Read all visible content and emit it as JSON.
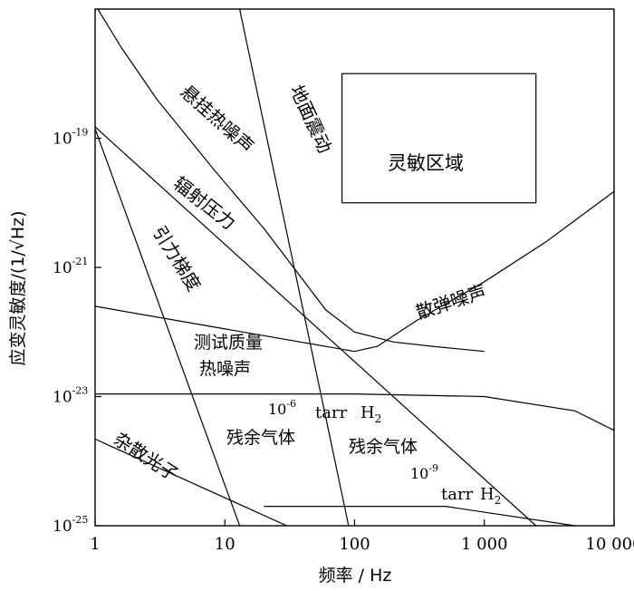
{
  "chart_data": {
    "type": "line",
    "xscale": "log",
    "yscale": "log",
    "xlim": [
      1,
      10000
    ],
    "ylim": [
      1e-25,
      1e-17
    ],
    "xlabel": "频率 / Hz",
    "ylabel": "应变灵敏度/(1/√Hz)",
    "x_ticks": [
      "1",
      "10",
      "100",
      "1 000",
      "10 000"
    ],
    "y_ticks": [
      {
        "base": "10",
        "exp": "-19"
      },
      {
        "base": "10",
        "exp": "-21"
      },
      {
        "base": "10",
        "exp": "-23"
      },
      {
        "base": "10",
        "exp": "-25"
      }
    ],
    "region": {
      "label": "灵敏区域",
      "x": [
        80,
        2500
      ],
      "y": [
        1e-20,
        1e-18
      ]
    },
    "series": [
      {
        "name": "悬挂热噪声",
        "x": [
          1.05,
          1.6,
          3,
          8,
          20,
          60,
          100,
          200,
          400,
          1000
        ],
        "y": [
          1e-17,
          2.5e-18,
          4e-19,
          3.5e-20,
          4e-21,
          2.2e-22,
          1e-22,
          7e-23,
          6e-23,
          5e-23
        ]
      },
      {
        "name": "地面震动",
        "x": [
          13,
          90
        ],
        "y": [
          1e-17,
          1e-25
        ]
      },
      {
        "name": "辐射压力",
        "x": [
          1,
          2500
        ],
        "y": [
          1.5e-19,
          1e-25
        ]
      },
      {
        "name": "引力梯度",
        "x": [
          1,
          13
        ],
        "y": [
          1.4e-19,
          1e-25
        ]
      },
      {
        "name": "散弹噪声",
        "x": [
          100,
          150,
          300,
          1000,
          3000,
          10000
        ],
        "y": [
          5e-23,
          6e-23,
          1.5e-22,
          6e-22,
          2.5e-21,
          1.5e-20
        ]
      },
      {
        "name": "测试质量热噪声",
        "x": [
          1,
          100
        ],
        "y": [
          2.5e-22,
          5e-23
        ]
      },
      {
        "name": "残余气体 10-6 tarr H2",
        "x": [
          1,
          100,
          1000,
          5000,
          10000
        ],
        "y": [
          1.1e-23,
          1.1e-23,
          1e-23,
          6e-24,
          3e-24
        ]
      },
      {
        "name": "残余气体 10-9 tarr H2",
        "x": [
          20,
          500,
          5000
        ],
        "y": [
          2e-25,
          2e-25,
          1e-25
        ]
      },
      {
        "name": "杂散光子",
        "x": [
          1,
          30
        ],
        "y": [
          2.2e-24,
          1e-25
        ]
      }
    ]
  },
  "labels": {
    "suspension": "悬挂热噪声",
    "seismic": "地面震动",
    "radiation": "辐射压力",
    "gravity_gradient": "引力梯度",
    "shot_noise": "散弹噪声",
    "test_mass_1": "测试质量",
    "test_mass_2": "热噪声",
    "gas_a_exp": "10",
    "gas_a_exp_sup": "-6",
    "gas_a_unit": "tarr",
    "gas_a_h": "H",
    "gas_a_sub": "2",
    "gas_a_text": "残余气体",
    "gas_b_text": "残余气体",
    "gas_b_exp": "10",
    "gas_b_exp_sup": "-9",
    "gas_b_unit": "tarr",
    "gas_b_h": "H",
    "gas_b_sub": "2",
    "stray": "杂散光子",
    "region": "灵敏区域"
  }
}
